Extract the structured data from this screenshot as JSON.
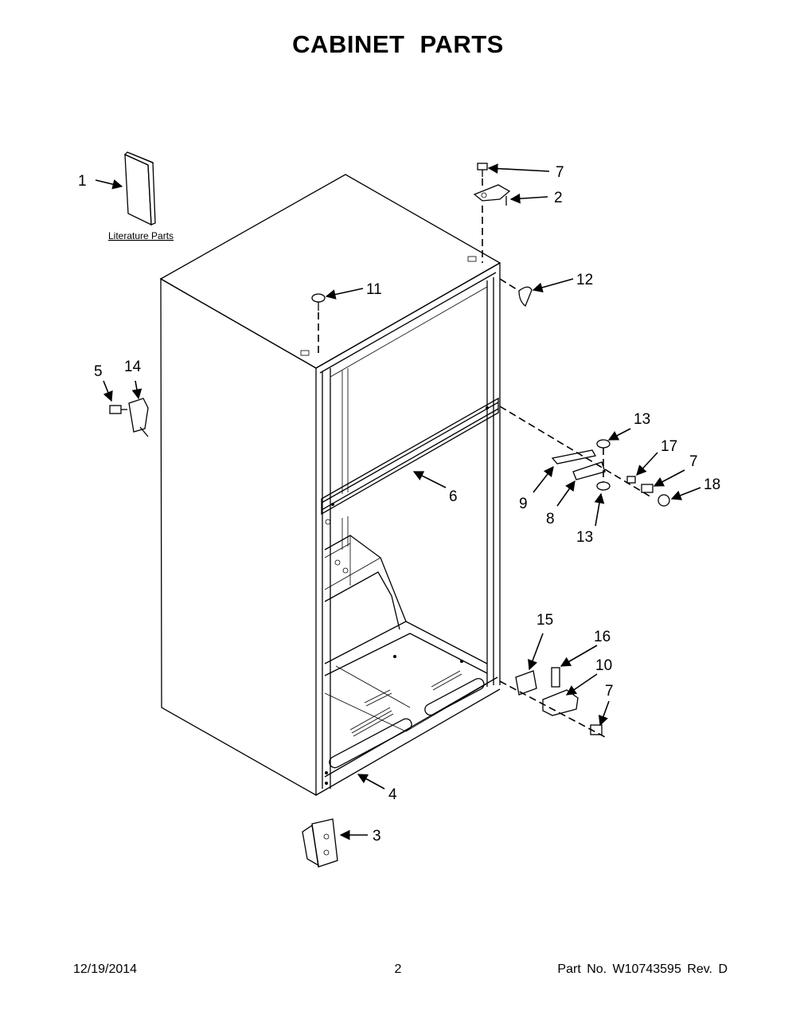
{
  "title": "CABINET PARTS",
  "literature_label": "Literature Parts",
  "callouts": {
    "c1": "1",
    "c2": "2",
    "c3": "3",
    "c4": "4",
    "c5": "5",
    "c6": "6",
    "c7a": "7",
    "c7b": "7",
    "c7c": "7",
    "c8": "8",
    "c9": "9",
    "c10": "10",
    "c11": "11",
    "c12": "12",
    "c13a": "13",
    "c13b": "13",
    "c14": "14",
    "c15": "15",
    "c16": "16",
    "c17": "17",
    "c18": "18"
  },
  "footer": {
    "date": "12/19/2014",
    "page": "2",
    "part_no": "Part No.  W10743595  Rev.  D"
  }
}
